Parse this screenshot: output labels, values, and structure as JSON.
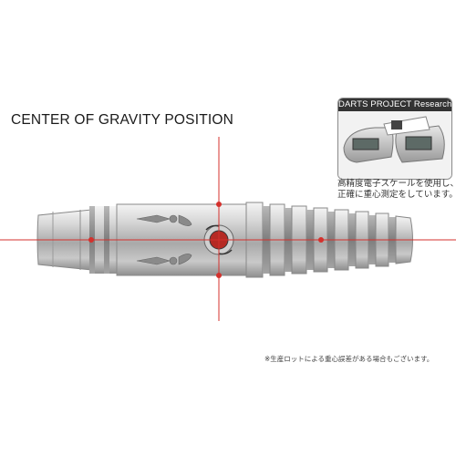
{
  "title": "CENTER OF GRAVITY POSITION",
  "research_panel": {
    "header": "DARTS PROJECT Research",
    "icon": "digital-scale-photo"
  },
  "caption_lines": [
    "高精度電子スケールを使用し、",
    "正確に重心測定をしています。"
  ],
  "footnote": "※生産ロットによる重心誤差がある場合もございます。",
  "colors": {
    "crosshair": "#d4302c",
    "barrel_metal": "#c8c8c8",
    "panel_header": "#333333"
  }
}
